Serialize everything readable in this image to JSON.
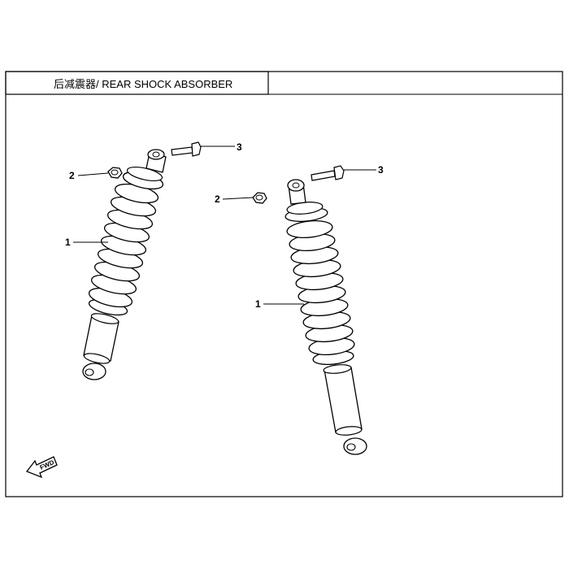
{
  "title": "后减震器/ REAR SHOCK ABSORBER",
  "fwd_label": "FWD",
  "callouts": {
    "left_shock": "1",
    "left_nut": "2",
    "left_bolt": "3",
    "right_shock": "1",
    "right_nut": "2",
    "right_bolt": "3"
  }
}
